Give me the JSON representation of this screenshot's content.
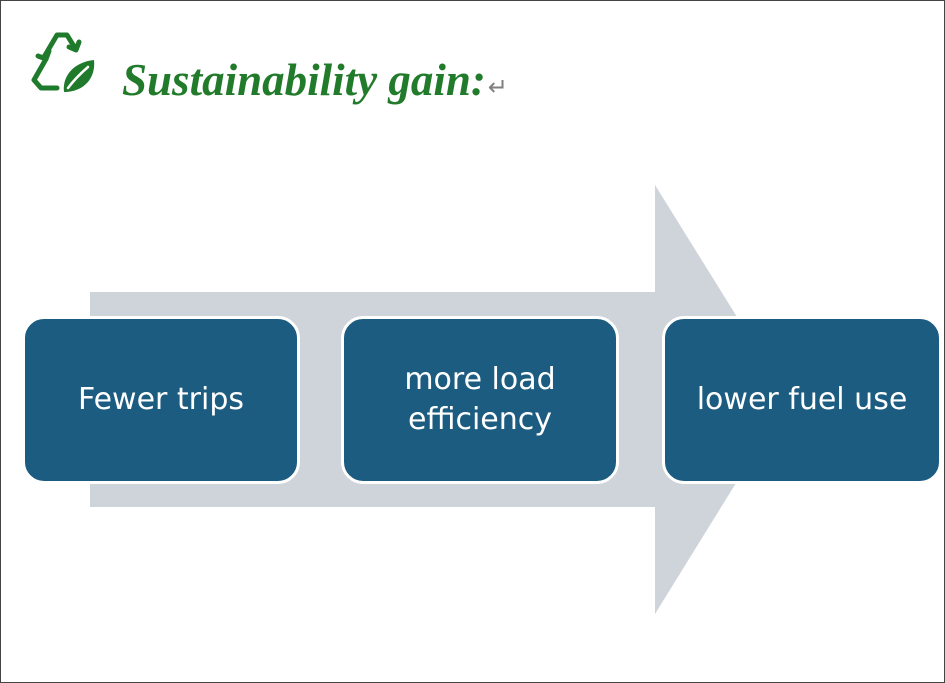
{
  "header": {
    "title": "Sustainability gain:",
    "return_mark": "↵",
    "icon": "recycle-leaf-icon"
  },
  "process": {
    "steps": [
      {
        "label": "Fewer trips"
      },
      {
        "label": "more load efficiency"
      },
      {
        "label": "lower fuel use"
      }
    ]
  },
  "colors": {
    "title": "#217b2b",
    "icon": "#1f7a2c",
    "arrow": "#cfd3da",
    "box": "#1c5c80",
    "box_border": "#ffffff"
  }
}
